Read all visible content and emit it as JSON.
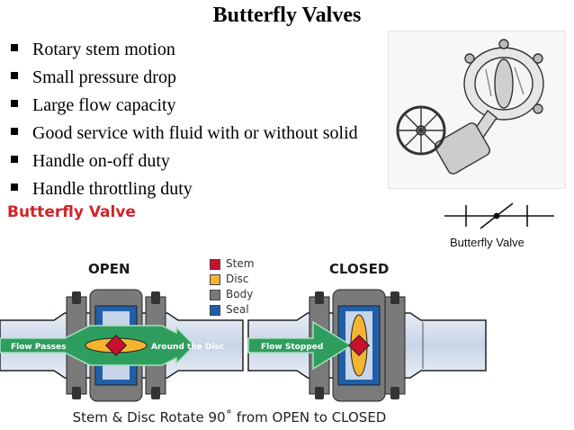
{
  "title": "Butterfly Valves",
  "bullets": [
    "Rotary stem motion",
    "Small pressure drop",
    "Large flow capacity",
    "Good service with fluid with or without solid",
    "Handle on-off duty",
    "Handle throttling duty"
  ],
  "section_heading": "Butterfly Valve",
  "symbol_label": "Butterfly Valve",
  "open_label": "OPEN",
  "closed_label": "CLOSED",
  "legend": [
    {
      "label": "Stem",
      "color": "#c8102e"
    },
    {
      "label": "Disc",
      "color": "#f4b331"
    },
    {
      "label": "Body",
      "color": "#7a7a7a"
    },
    {
      "label": "Seal",
      "color": "#1f5fa8"
    }
  ],
  "flow": {
    "open_left": "Flow  Passes",
    "open_right": "Around the Disc",
    "closed": "Flow  Stopped"
  },
  "caption": "Stem & Disc Rotate 90˚ from OPEN to CLOSED",
  "colors": {
    "heading": "#d2232a",
    "flow_arrow": "#2e9e5e",
    "flow_arrow_edge": "#a8e0bd",
    "pipe_bore": "#c8d4e8"
  }
}
